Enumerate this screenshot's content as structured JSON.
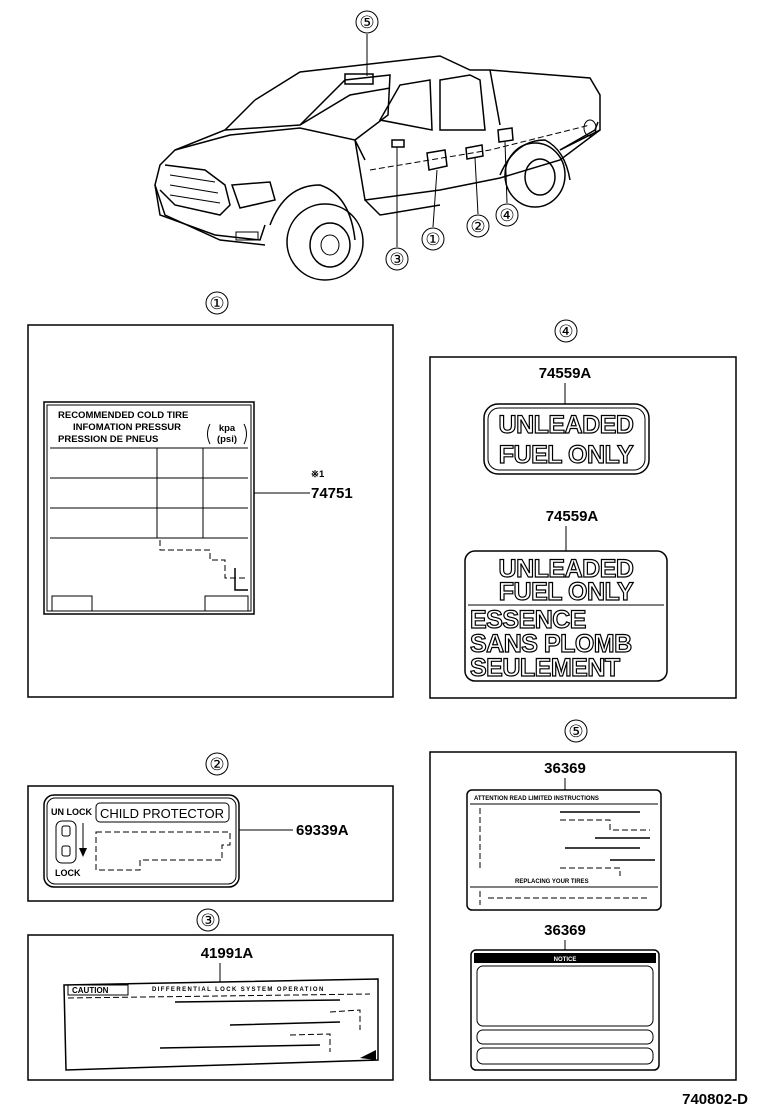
{
  "callouts": {
    "c1": "①",
    "c2": "②",
    "c3": "③",
    "c4": "④",
    "c5": "⑤"
  },
  "tire_label": {
    "line1": "RECOMMENDED COLD TIRE",
    "line2": "INFOMATION PRESSUR",
    "line3": "PRESSION DE PNEUS",
    "unit_top": "kpa",
    "unit_bottom": "(psi)",
    "note_mark": "※1",
    "part_number": "74751"
  },
  "fuel_labels": {
    "part_number_a": "74559A",
    "part_number_b": "74559A",
    "line1": "UNLEADED",
    "line2": "FUEL ONLY",
    "fr1": "ESSENCE",
    "fr2": "SANS PLOMB",
    "fr3": "SEULEMENT"
  },
  "child_label": {
    "unlock": "UN LOCK",
    "lock": "LOCK",
    "title": "CHILD PROTECTOR",
    "part_number": "69339A"
  },
  "diff_label": {
    "part_number": "41991A",
    "caution": "CAUTION",
    "heading": "DIFFERENTIAL LOCK SYSTEM OPERATION"
  },
  "sun_labels": {
    "part_number_a": "36369",
    "part_number_b": "36369",
    "heading_a": "ATTENTION READ LIMITED INSTRUCTIONS",
    "sub_a": "REPLACING YOUR TIRES",
    "heading_b": "NOTICE"
  },
  "diagram_code": "740802-D"
}
